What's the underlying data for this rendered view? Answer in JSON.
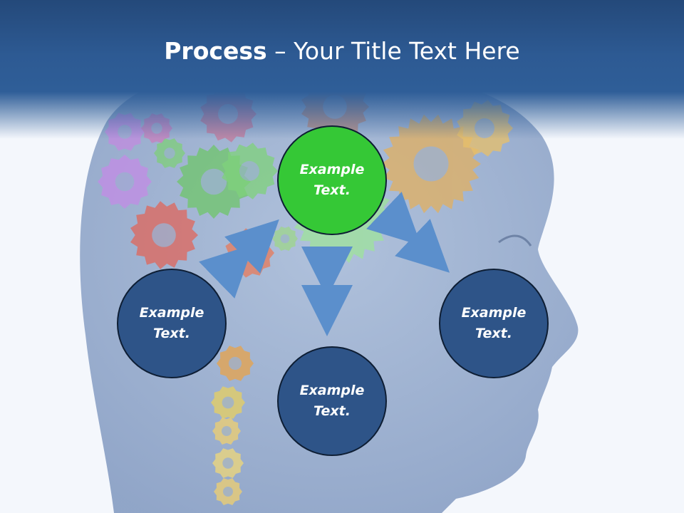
{
  "title": {
    "bold": "Process",
    "rest": " – Your Title Text Here"
  },
  "colors": {
    "header": "#2d5a93",
    "node_blue": "#2e5488",
    "node_green": "#35c836",
    "arrow": "#5b8fcc"
  },
  "nodes": [
    {
      "id": "top",
      "label": "Example Text.",
      "color": "green"
    },
    {
      "id": "left",
      "label": "Example Text.",
      "color": "blue"
    },
    {
      "id": "center",
      "label": "Example Text.",
      "color": "blue"
    },
    {
      "id": "right",
      "label": "Example Text.",
      "color": "blue"
    }
  ],
  "background": {
    "image": "head-with-gears"
  }
}
